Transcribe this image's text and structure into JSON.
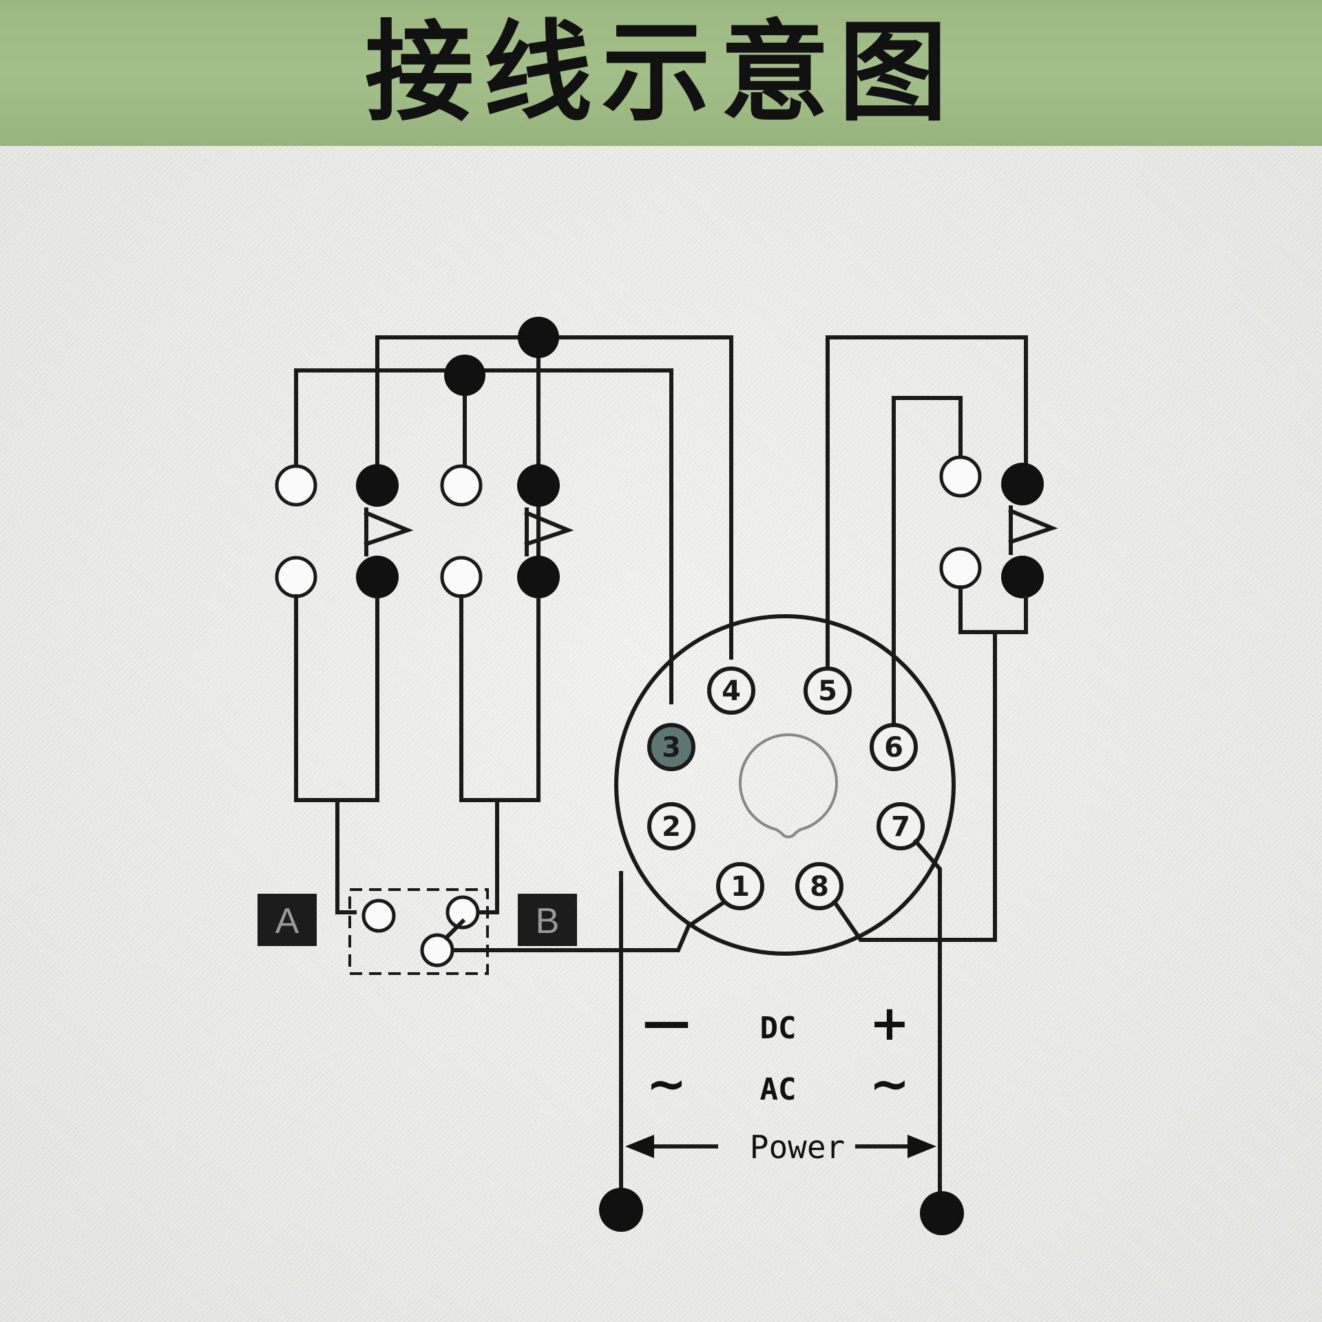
{
  "title": "接线示意图",
  "pins": [
    {
      "number": "1"
    },
    {
      "number": "2"
    },
    {
      "number": "3"
    },
    {
      "number": "4"
    },
    {
      "number": "5"
    },
    {
      "number": "6"
    },
    {
      "number": "7"
    },
    {
      "number": "8"
    }
  ],
  "switch_labels": {
    "a": "A",
    "b": "B"
  },
  "power": {
    "dc_label": "DC",
    "ac_label": "AC",
    "power_label": "Power",
    "minus_symbol": "—",
    "plus_symbol": "+",
    "ac_left_symbol": "~",
    "ac_right_symbol": "~"
  },
  "colors": {
    "header": "#a4c08a",
    "pin3_fill": "#5c7674"
  }
}
